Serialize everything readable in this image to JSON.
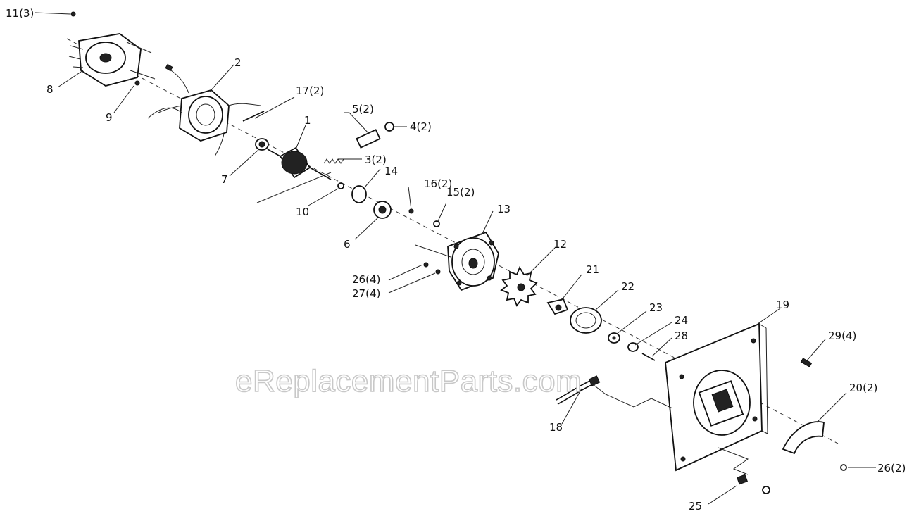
{
  "watermark": "eReplacementParts.com",
  "labels": {
    "p1": "1",
    "p2": "2",
    "p3": "3(2)",
    "p4": "4(2)",
    "p5": "5(2)",
    "p6": "6",
    "p7": "7",
    "p8": "8",
    "p9": "9",
    "p10": "10",
    "p11": "11(3)",
    "p12": "12",
    "p13": "13",
    "p14": "14",
    "p15": "15(2)",
    "p16": "16(2)",
    "p17": "17(2)",
    "p18": "18",
    "p19": "19",
    "p20": "20(2)",
    "p21": "21",
    "p22": "22",
    "p23": "23",
    "p24": "24",
    "p25": "25",
    "p26a": "26(4)",
    "p26b": "26(2)",
    "p27": "27(4)",
    "p28": "28",
    "p29": "29(4)"
  }
}
